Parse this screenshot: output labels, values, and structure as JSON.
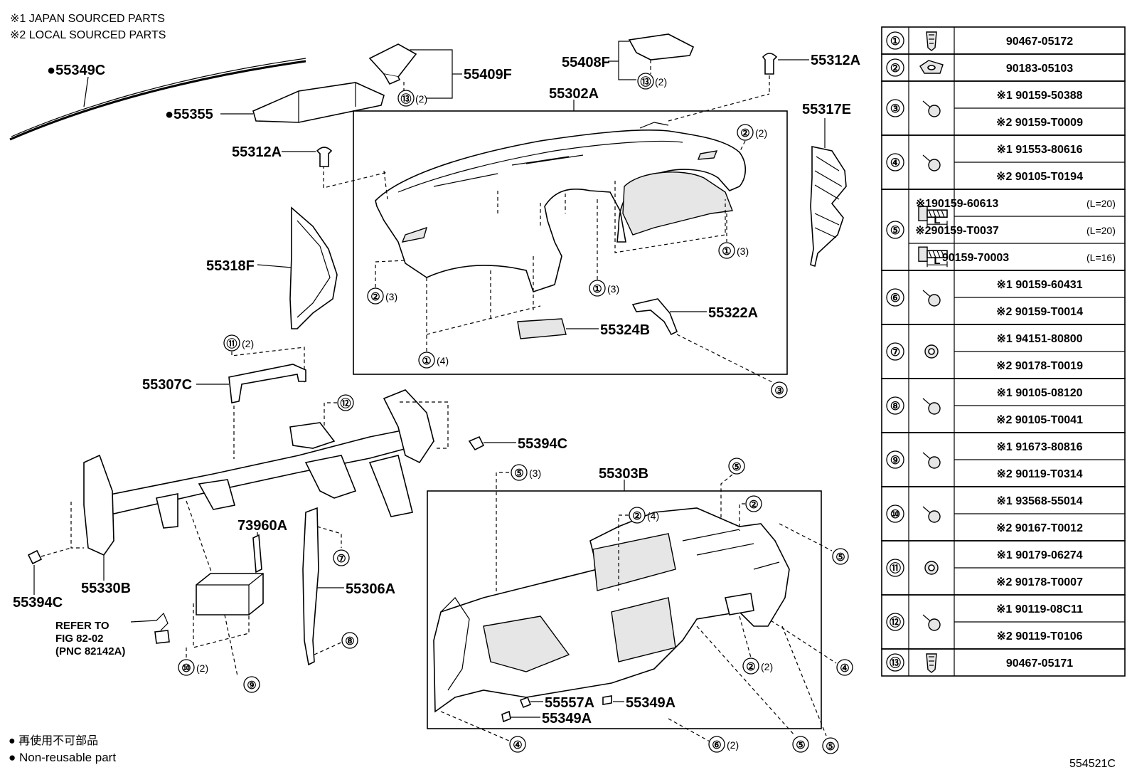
{
  "notes": {
    "japan": "※1 JAPAN SOURCED PARTS",
    "local": "※2 LOCAL SOURCED PARTS"
  },
  "legend": {
    "non_reusable_jp": "● 再使用不可部品",
    "non_reusable_en": "● Non-reusable part"
  },
  "figure_code": "554521C",
  "parts": {
    "p55349C": "●55349C",
    "p55355": "●55355",
    "p55409F": "55409F",
    "p55408F": "55408F",
    "p55312A_top": "55312A",
    "p55312A_left": "55312A",
    "p55302A": "55302A",
    "p55317E": "55317E",
    "p55318F": "55318F",
    "p55322A": "55322A",
    "p55324B": "55324B",
    "p55307C": "55307C",
    "p55394C_right": "55394C",
    "p55394C_left": "55394C",
    "p55303B": "55303B",
    "p73960A": "73960A",
    "p55306A": "55306A",
    "p55330B": "55330B",
    "p55557A": "55557A",
    "p55349A_a": "55349A",
    "p55349A_b": "55349A"
  },
  "refer": {
    "line1": "REFER TO",
    "line2": "FIG 82-02",
    "line3": "(PNC 82142A)"
  },
  "callouts": {
    "c13a": "⑬",
    "c13a_q": "(2)",
    "c13b": "⑬",
    "c13b_q": "(2)",
    "c2a": "②",
    "c2a_q": "(2)",
    "c1a": "①",
    "c1a_q": "(3)",
    "c2b": "②",
    "c2b_q": "(3)",
    "c1b": "①",
    "c1b_q": "(3)",
    "c1c": "①",
    "c1c_q": "(4)",
    "c3": "③",
    "c11": "⑪",
    "c11_q": "(2)",
    "c12": "⑫",
    "c5a": "⑤",
    "c5a_q": "(3)",
    "c5b": "⑤",
    "c2c": "②",
    "c2c_q": "(4)",
    "c2d": "②",
    "c5c": "⑤",
    "c7": "⑦",
    "c8": "⑧",
    "c10": "⑩",
    "c10_q": "(2)",
    "c9": "⑨",
    "c2e": "②",
    "c2e_q": "(2)",
    "c4a": "④",
    "c4b": "④",
    "c6": "⑥",
    "c6_q": "(2)",
    "c5d": "⑤",
    "c5e": "⑤"
  },
  "fastener_table": {
    "rows": [
      {
        "no": "①",
        "icon": "clip-icon",
        "lines": [
          "90467-05172"
        ]
      },
      {
        "no": "②",
        "icon": "nut-clip-icon",
        "lines": [
          "90183-05103"
        ]
      },
      {
        "no": "③",
        "icon": "screw-icon",
        "lines": [
          "※1 90159-50388",
          "※2 90159-T0009"
        ]
      },
      {
        "no": "④",
        "icon": "screw-icon",
        "lines": [
          "※1 91553-80616",
          "※2 90105-T0194"
        ]
      },
      {
        "no": "⑤",
        "icon": "bolt-icon",
        "lines": [
          "※190159-60613",
          "※290159-T0037",
          "90159-70003"
        ],
        "lengths": [
          "(L=20)",
          "(L=20)",
          "(L=16)"
        ],
        "dim_label": "L"
      },
      {
        "no": "⑥",
        "icon": "screw-icon",
        "lines": [
          "※1 90159-60431",
          "※2 90159-T0014"
        ]
      },
      {
        "no": "⑦",
        "icon": "nut-icon",
        "lines": [
          "※1 94151-80800",
          "※2 90178-T0019"
        ]
      },
      {
        "no": "⑧",
        "icon": "screw-icon",
        "lines": [
          "※1 90105-08120",
          "※2 90105-T0041"
        ]
      },
      {
        "no": "⑨",
        "icon": "screw-icon",
        "lines": [
          "※1 91673-80816",
          "※2 90119-T0314"
        ]
      },
      {
        "no": "⑩",
        "icon": "screw-icon",
        "lines": [
          "※1 93568-55014",
          "※2 90167-T0012"
        ]
      },
      {
        "no": "⑪",
        "icon": "nut-icon",
        "lines": [
          "※1 90179-06274",
          "※2 90178-T0007"
        ]
      },
      {
        "no": "⑫",
        "icon": "screw-icon",
        "lines": [
          "※1 90119-08C11",
          "※2 90119-T0106"
        ]
      },
      {
        "no": "⑬",
        "icon": "clip-icon",
        "lines": [
          "90467-05171"
        ]
      }
    ]
  }
}
